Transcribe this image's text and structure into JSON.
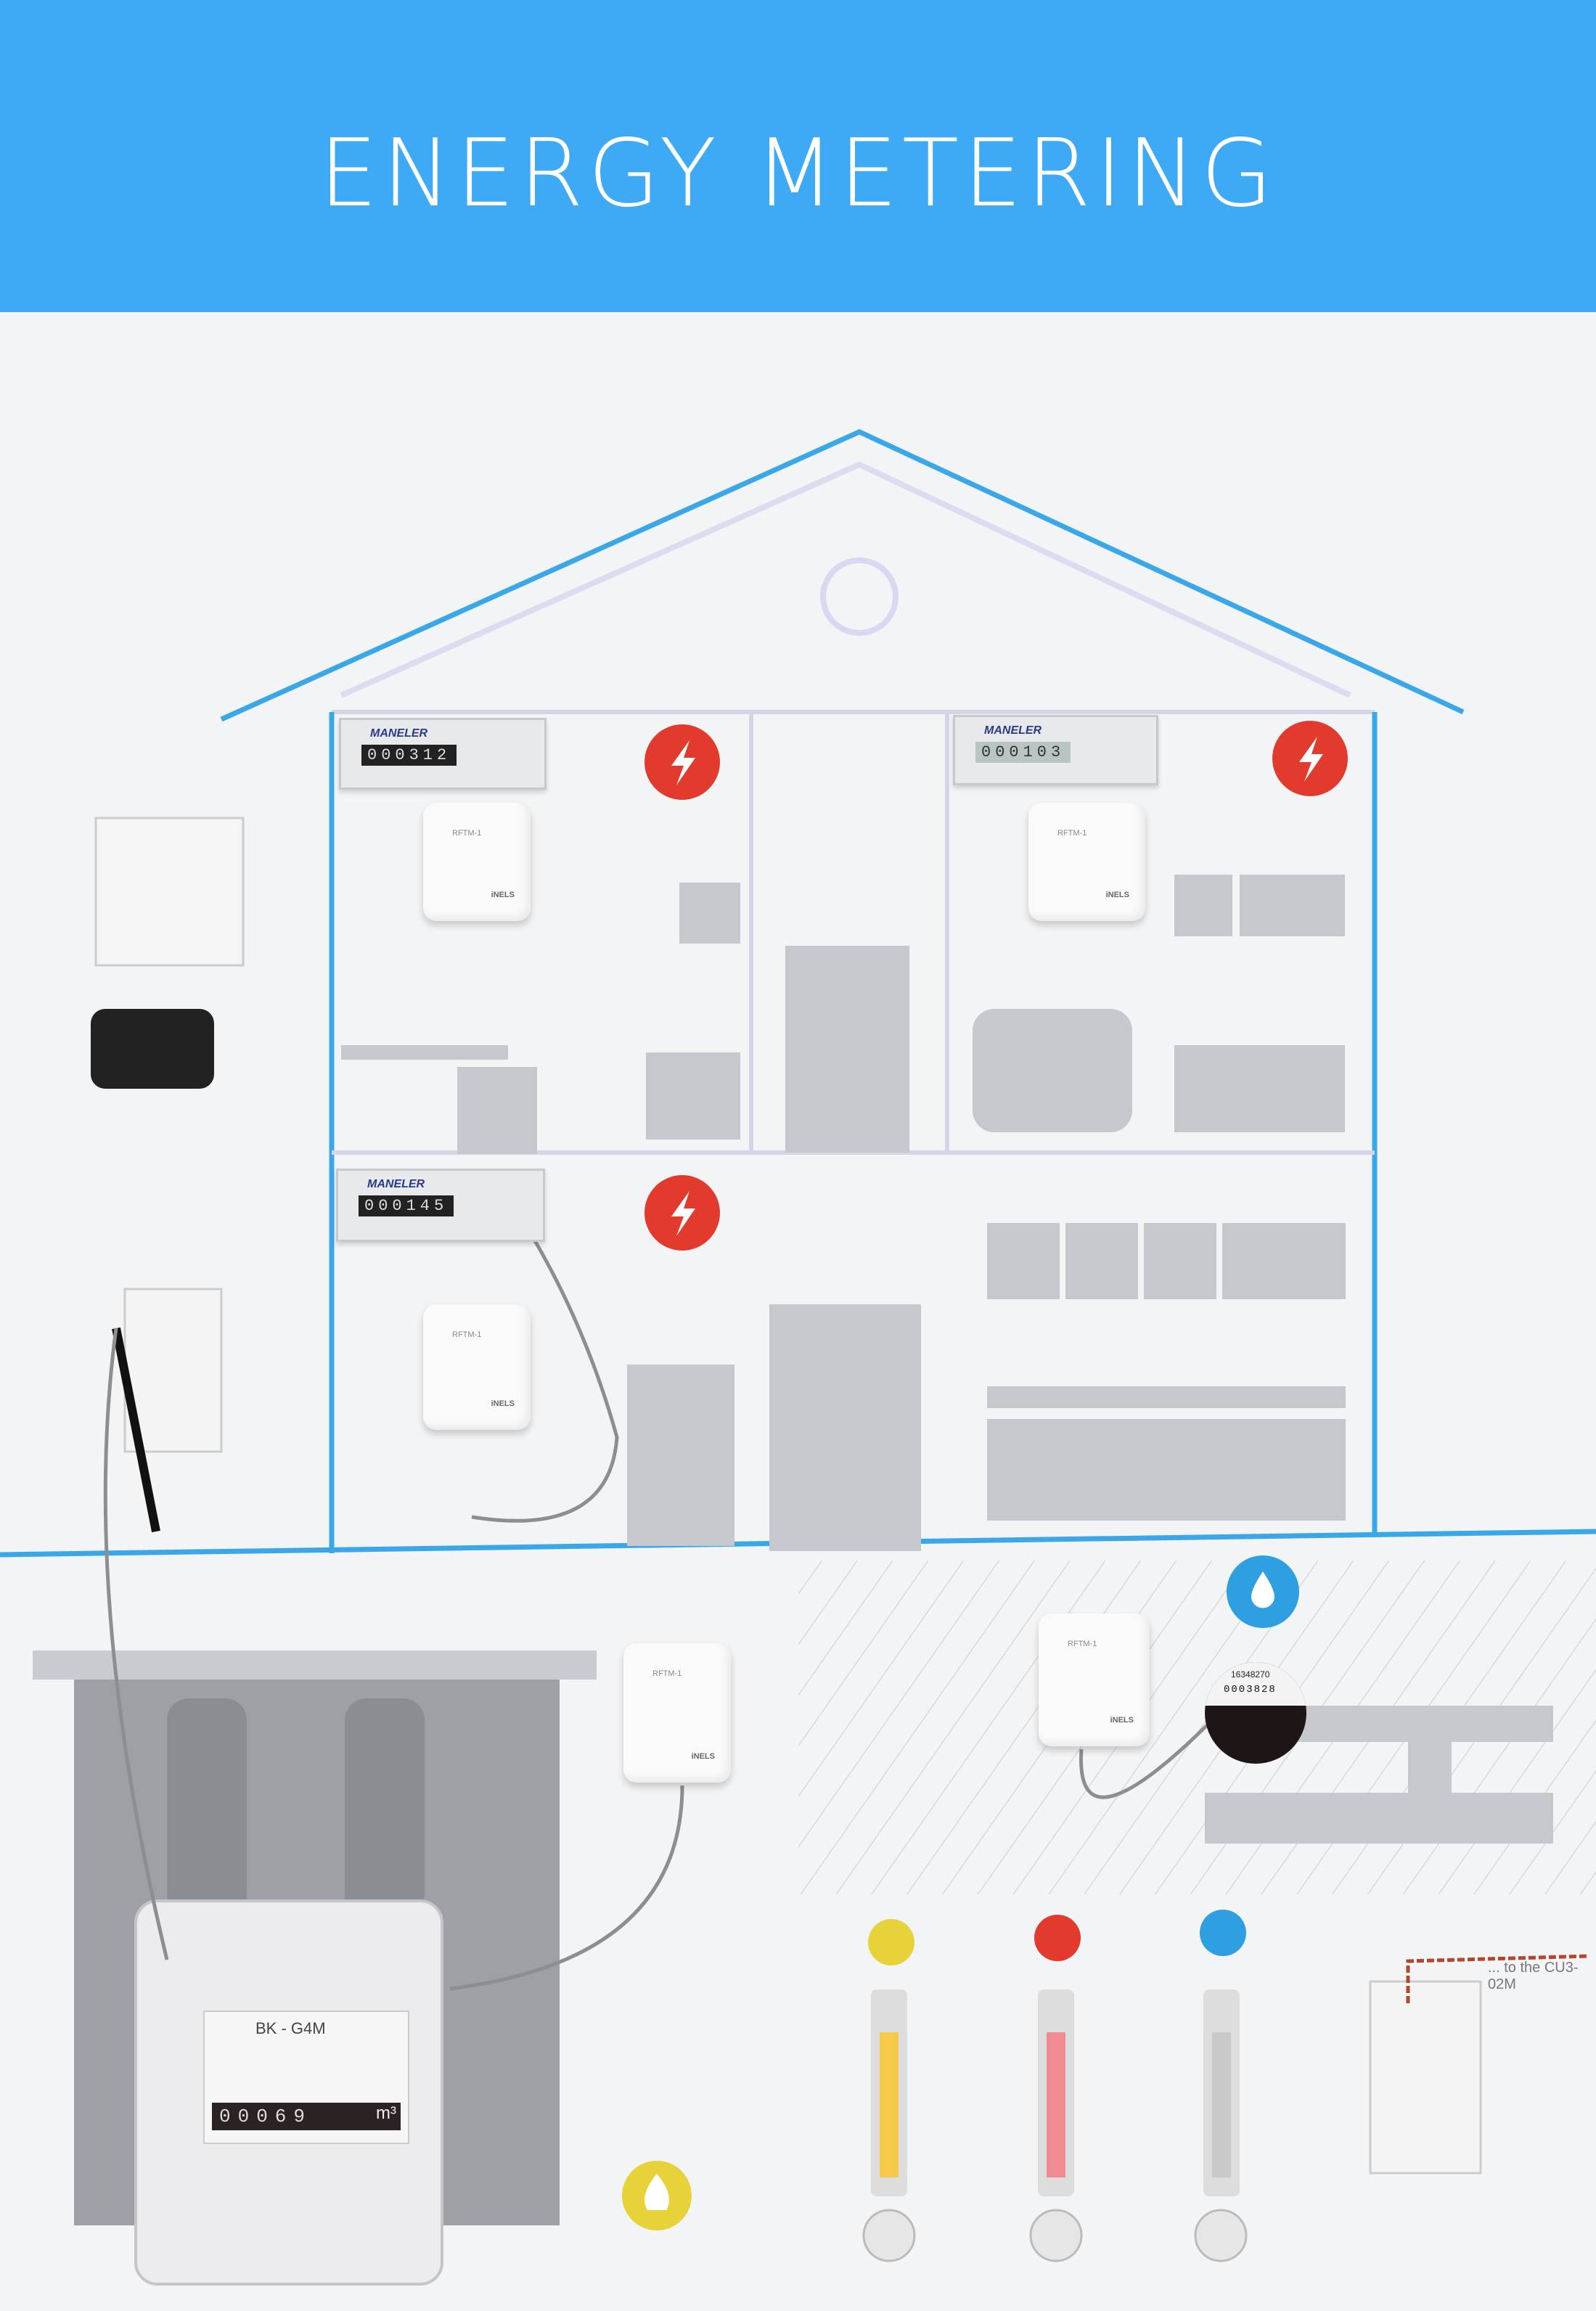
{
  "header": {
    "title": "ENERGY METERING"
  },
  "electric_meters": [
    {
      "brand": "MANELER",
      "reading": "000312"
    },
    {
      "brand": "MANELER",
      "reading": "000103"
    },
    {
      "brand": "MANELER",
      "reading": "000145"
    }
  ],
  "sensor": {
    "label": "RFTM-1",
    "brand": "iNELS"
  },
  "gas_meter": {
    "model": "BK - G4M",
    "reading": "00069",
    "unit": "m³"
  },
  "water_meter": {
    "serial": "16348270",
    "reading": "0003828"
  },
  "bus_note": "... to the CU3-02M",
  "colors": {
    "banner": "#3eaaf5",
    "house_line": "#3aa7e8",
    "electric": "#e23b2e",
    "water": "#2e9fe0",
    "gas": "#e8d23a"
  }
}
